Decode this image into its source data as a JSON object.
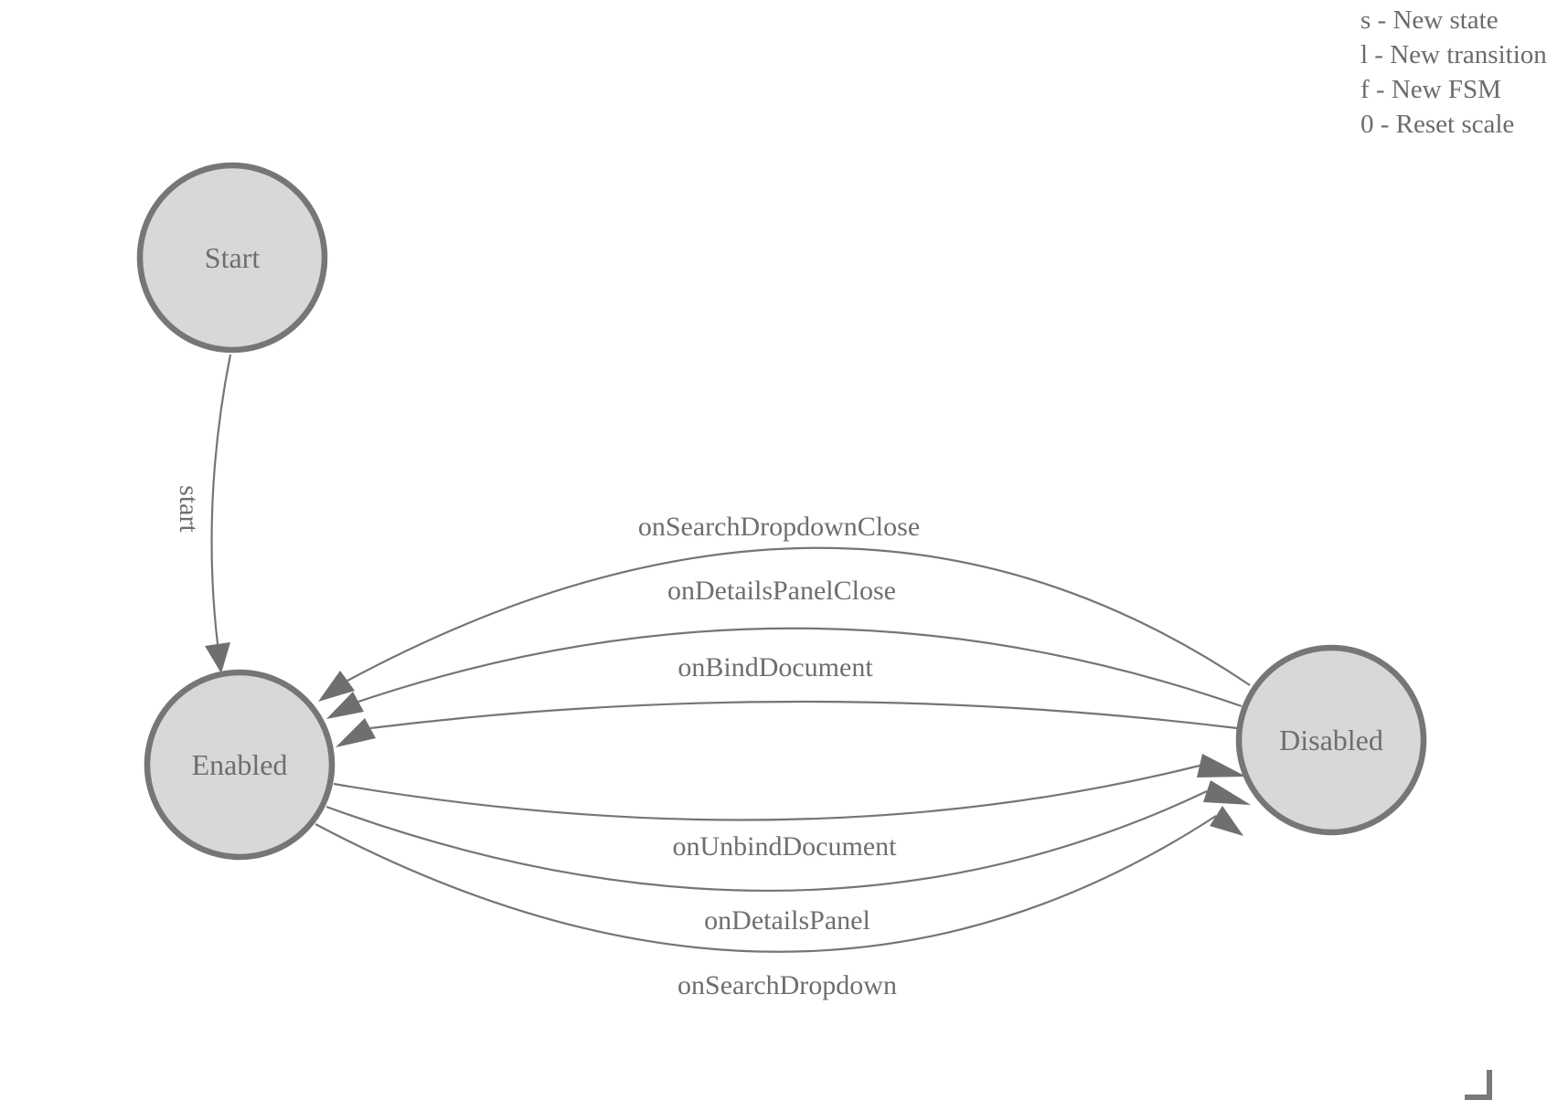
{
  "diagram": {
    "type": "state-machine",
    "nodes": [
      {
        "id": "start",
        "label": "Start"
      },
      {
        "id": "enabled",
        "label": "Enabled"
      },
      {
        "id": "disabled",
        "label": "Disabled"
      }
    ],
    "edges": [
      {
        "from": "start",
        "to": "enabled",
        "label": "start"
      },
      {
        "from": "disabled",
        "to": "enabled",
        "label": "onSearchDropdownClose"
      },
      {
        "from": "disabled",
        "to": "enabled",
        "label": "onDetailsPanelClose"
      },
      {
        "from": "disabled",
        "to": "enabled",
        "label": "onBindDocument"
      },
      {
        "from": "enabled",
        "to": "disabled",
        "label": "onUnbindDocument"
      },
      {
        "from": "enabled",
        "to": "disabled",
        "label": "onDetailsPanel"
      },
      {
        "from": "enabled",
        "to": "disabled",
        "label": "onSearchDropdown"
      }
    ]
  },
  "legend": {
    "items": [
      {
        "key": "s",
        "text": "s - New state"
      },
      {
        "key": "l",
        "text": "l - New transition"
      },
      {
        "key": "f",
        "text": "f - New FSM"
      },
      {
        "key": "0",
        "text": "0 - Reset scale"
      }
    ]
  },
  "colors": {
    "node_fill": "#d8d8d8",
    "node_stroke": "#767676",
    "edge_stroke": "#757575",
    "arrow_fill": "#6f6f6f",
    "label_text": "#6e6e6e",
    "legend_text": "#6b6b6b",
    "background": "#ffffff"
  }
}
